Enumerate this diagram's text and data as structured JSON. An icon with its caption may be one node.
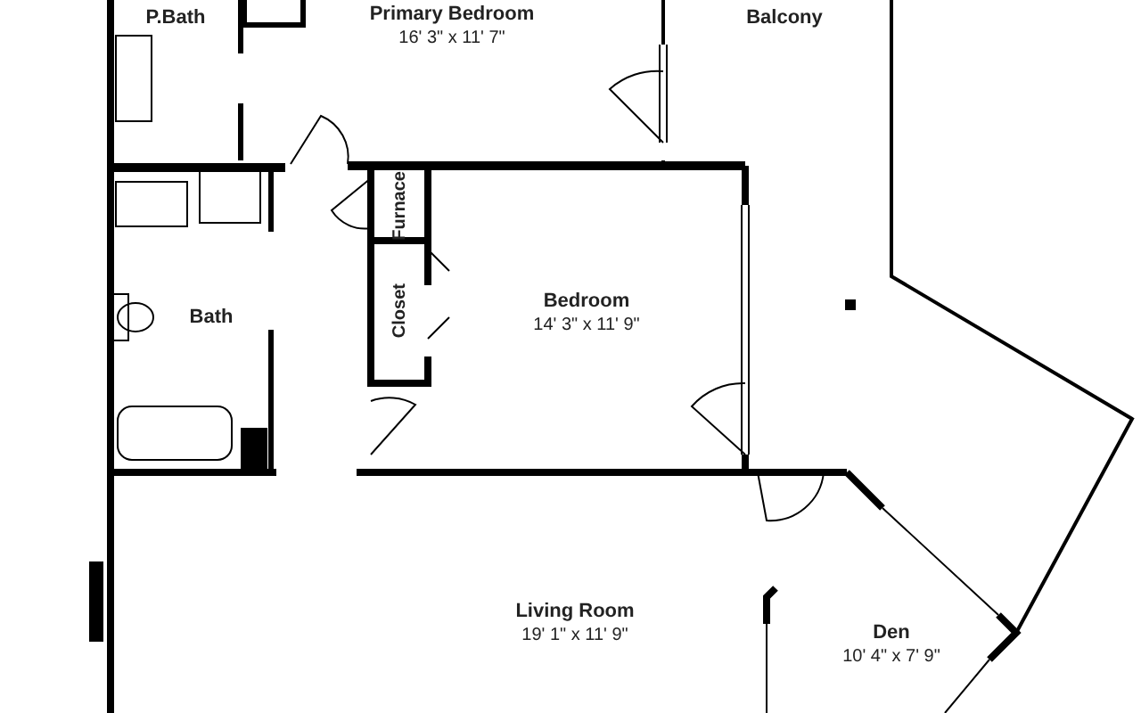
{
  "diagram": {
    "nodes": [
      {
        "text": [
          "P.Bath"
        ]
      },
      {
        "text": [
          "Primary Bedroom",
          "16' 3\" x 11' 7\""
        ]
      },
      {
        "text": [
          "Balcony"
        ]
      },
      {
        "text": [
          "Furnace"
        ]
      },
      {
        "text": [
          "Closet"
        ]
      },
      {
        "text": [
          "Bedroom",
          "14' 3\" x 11' 9\""
        ]
      },
      {
        "text": [
          "Bath"
        ]
      },
      {
        "text": [
          "Living Room",
          "19' 1\" x 11' 9\""
        ]
      },
      {
        "text": [
          "Den",
          "10' 4\" x 7' 9\""
        ]
      }
    ],
    "edges": []
  }
}
